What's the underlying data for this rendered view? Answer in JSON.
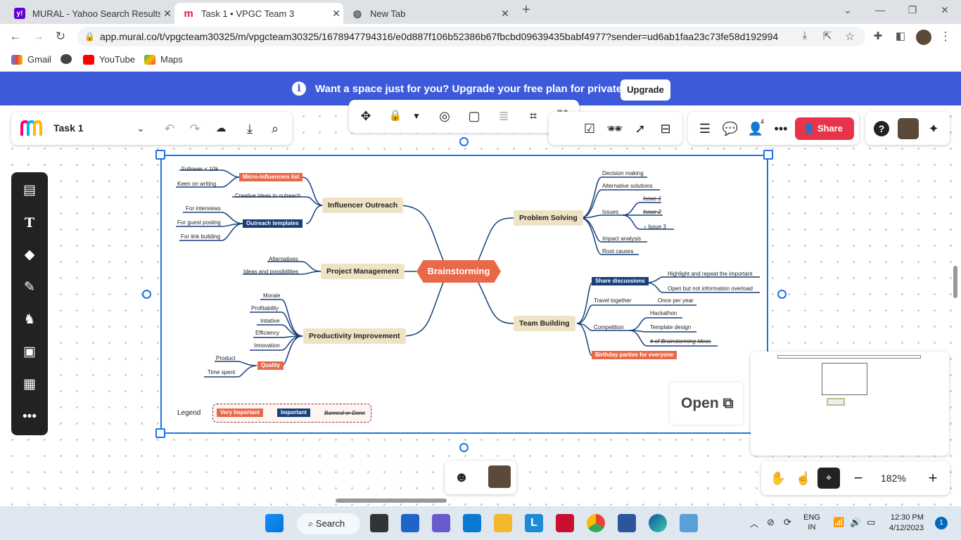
{
  "tabs": [
    {
      "label": "MURAL - Yahoo Search Results",
      "icon": "yahoo-icon",
      "color": "#6001d2"
    },
    {
      "label": "Task 1 • VPGC Team 3",
      "icon": "mural-icon",
      "color": "#e8194b"
    },
    {
      "label": "New Tab",
      "icon": "globe-icon",
      "color": "#555555"
    }
  ],
  "address": {
    "url": "app.mural.co/t/vpgcteam30325/m/vpgcteam30325/1678947794316/e0d887f106b52386b67fbcbd09639435babf4977?sender=ud6ab1faa23c73fe58d192994"
  },
  "bookmarks": [
    "Gmail",
    "YouTube",
    "Maps"
  ],
  "banner": {
    "text": "Want a space just for you? Upgrade your free plan for private rooms.",
    "button": "Upgrade",
    "color": "#3d5adb"
  },
  "toolbar": {
    "mural_name": "Task 1",
    "share": "Share",
    "member_count": "4"
  },
  "zoom": "182%",
  "open_label": "Open",
  "mindmap": {
    "central": "Brainstorming",
    "topics": {
      "influencer": "Influencer Outreach",
      "project": "Project Management",
      "productivity": "Productivity Improvement",
      "problem": "Problem Solving",
      "team": "Team Building"
    },
    "influencer_items": {
      "follower": "Follower < 10k",
      "keen": "Keen on writing",
      "micro": "Micro-influencers list",
      "creative": "Creative ideas to outreach",
      "interviews": "For interviews",
      "guest": "For guest posting",
      "link": "For link building",
      "templates": "Outreach templates"
    },
    "project_items": {
      "alternatives": "Alternatives",
      "ideas": "Ideas and possibilities"
    },
    "productivity_items": {
      "morale": "Morale",
      "profitability": "Profitability",
      "intiative": "Intiative",
      "efficiency": "Efficiency",
      "innovation": "Innovation",
      "product": "Product",
      "time": "Time spent",
      "quality": "Quality"
    },
    "problem_items": {
      "decision": "Decision making",
      "alternative": "Alternative solutions",
      "issues": "Issues",
      "issue1": "Issue 1",
      "issue2": "Issue 2",
      "issue3": "Issue 3",
      "impact": "Impact analysis",
      "root": "Root causes"
    },
    "team_items": {
      "share": "Share discussions",
      "highlight": "Highlight and repeat the important",
      "open": "Open but not information overload",
      "travel": "Travel together",
      "once": "Once per year",
      "competition": "Competition",
      "hackathon": "Hackathon",
      "template": "Template design",
      "brainstorm": "# of Brainstorming Ideas",
      "birthday": "Birthday parties for everyone"
    },
    "legend": {
      "title": "Legend",
      "very": "Very Important",
      "important": "Important",
      "banned": "Banned or Done"
    }
  },
  "taskbar": {
    "search": "Search",
    "lang1": "ENG",
    "lang2": "IN",
    "time": "12:30 PM",
    "date": "4/12/2023",
    "badge": "1"
  }
}
